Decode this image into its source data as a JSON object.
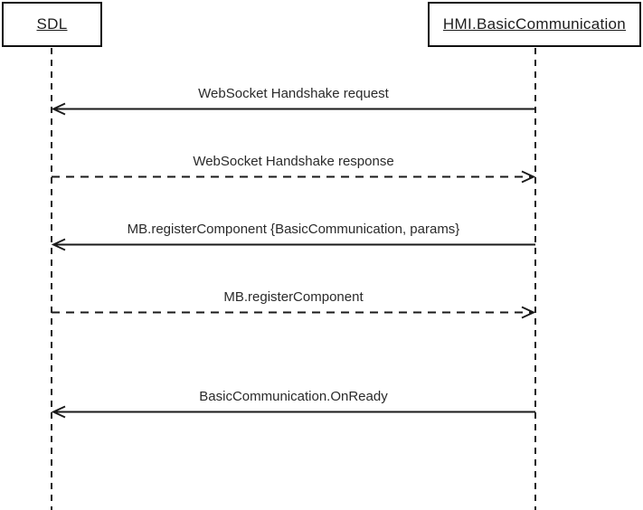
{
  "diagram": {
    "type": "uml-sequence",
    "actors": [
      {
        "id": "sdl",
        "label": "SDL"
      },
      {
        "id": "hmi",
        "label": "HMI.BasicCommunication"
      }
    ],
    "messages": [
      {
        "label": "WebSocket Handshake request",
        "from": "HMI.BasicCommunication",
        "to": "SDL",
        "line": "solid",
        "direction": "left"
      },
      {
        "label": "WebSocket Handshake response",
        "from": "SDL",
        "to": "HMI.BasicCommunication",
        "line": "dashed",
        "direction": "right"
      },
      {
        "label": "MB.registerComponent {BasicCommunication, params}",
        "from": "HMI.BasicCommunication",
        "to": "SDL",
        "line": "solid",
        "direction": "left"
      },
      {
        "label": "MB.registerComponent",
        "from": "SDL",
        "to": "HMI.BasicCommunication",
        "line": "dashed",
        "direction": "right"
      },
      {
        "label": "BasicCommunication.OnReady",
        "from": "HMI.BasicCommunication",
        "to": "SDL",
        "line": "solid",
        "direction": "left"
      }
    ],
    "colors": {
      "line": "#1a1a1a",
      "text": "#2a2a2a",
      "background": "#ffffff"
    }
  }
}
